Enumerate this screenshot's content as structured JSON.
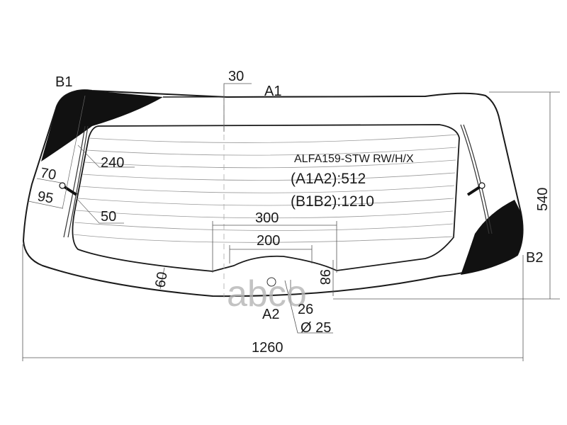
{
  "diagram": {
    "model_code": "ALFA159-STW RW/H/X",
    "a1a2": "(A1A2):512",
    "b1b2": "(B1B2):1210",
    "points": {
      "a1": "A1",
      "a2": "A2",
      "b1": "B1",
      "b2": "B2"
    },
    "dimensions": {
      "top_offset": "30",
      "wiper_240": "240",
      "edge_70": "70",
      "edge_95": "95",
      "wiper_50": "50",
      "width_300": "300",
      "width_200": "200",
      "bottom_60": "60",
      "bottom_98": "98",
      "hole_26": "26",
      "hole_diameter": "Ø 25",
      "total_width": "1260",
      "total_height": "540"
    },
    "watermark": "abco",
    "colors": {
      "line": "#1a1a1a",
      "fill": "#111111",
      "thin": "#888888",
      "watermark": "#b0b0b0"
    }
  }
}
